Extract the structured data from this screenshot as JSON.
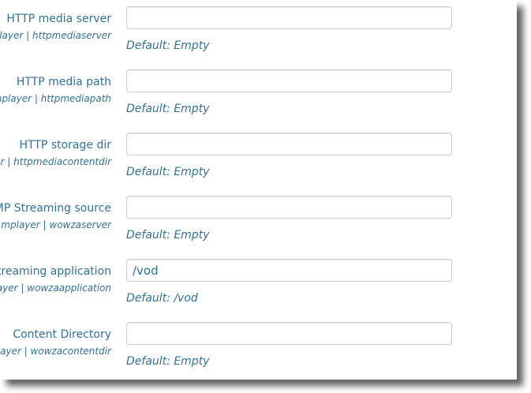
{
  "page": {
    "text_color": "#317196",
    "input_border_color": "#cccccc",
    "background_color": "#ffffff"
  },
  "form": {
    "rows": [
      {
        "label": "HTTP media server",
        "sublabel": "player | httpmediaserver",
        "value": "",
        "default": "Default: Empty"
      },
      {
        "label": "HTTP media path",
        "sublabel": "mplayer | httpmediapath",
        "value": "",
        "default": "Default: Empty"
      },
      {
        "label": "HTTP storage dir",
        "sublabel": "er | httpmediacontentdir",
        "value": "",
        "default": "Default: Empty"
      },
      {
        "label": "MP Streaming source",
        "sublabel": "mplayer | wowzaserver",
        "value": "",
        "default": "Default: Empty"
      },
      {
        "label": "treaming application",
        "sublabel": "layer | wowzaapplication",
        "value": "/vod",
        "default": "Default: /vod"
      },
      {
        "label": "Content Directory",
        "sublabel": "player | wowzacontentdir",
        "value": "",
        "default": "Default: Empty"
      }
    ]
  }
}
